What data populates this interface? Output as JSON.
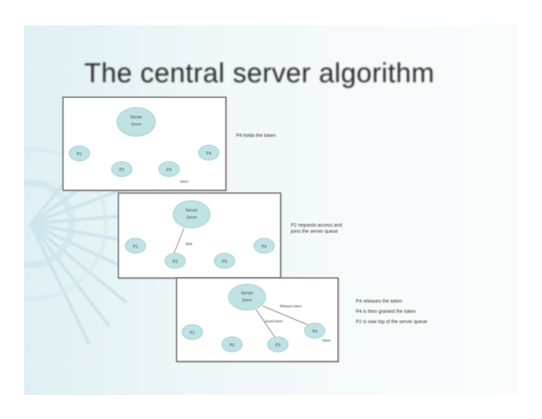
{
  "slide": {
    "title": "The central server algorithm",
    "panels": [
      {
        "server_label": "Server",
        "queue_label": "Queue",
        "process_labels": [
          "P1",
          "P2",
          "P3",
          "P4"
        ],
        "token_label": "token",
        "caption": [
          "P4 holds the token"
        ]
      },
      {
        "server_label": "Server",
        "queue_label": "Queue",
        "process_labels": [
          "P1",
          "P2",
          "P3",
          "P4"
        ],
        "message_label": "Wait",
        "caption": [
          "P2 requests access and",
          "joins the server queue"
        ]
      },
      {
        "server_label": "Server",
        "queue_label": "Queue",
        "process_labels": [
          "P1",
          "P2",
          "P3",
          "P4"
        ],
        "message_labels": [
          "Grant token",
          "Release token"
        ],
        "token_label": "token",
        "caption": [
          "P4 releases the token",
          "P4 is then granted the token",
          "P2 is now top of the server queue"
        ]
      }
    ]
  }
}
